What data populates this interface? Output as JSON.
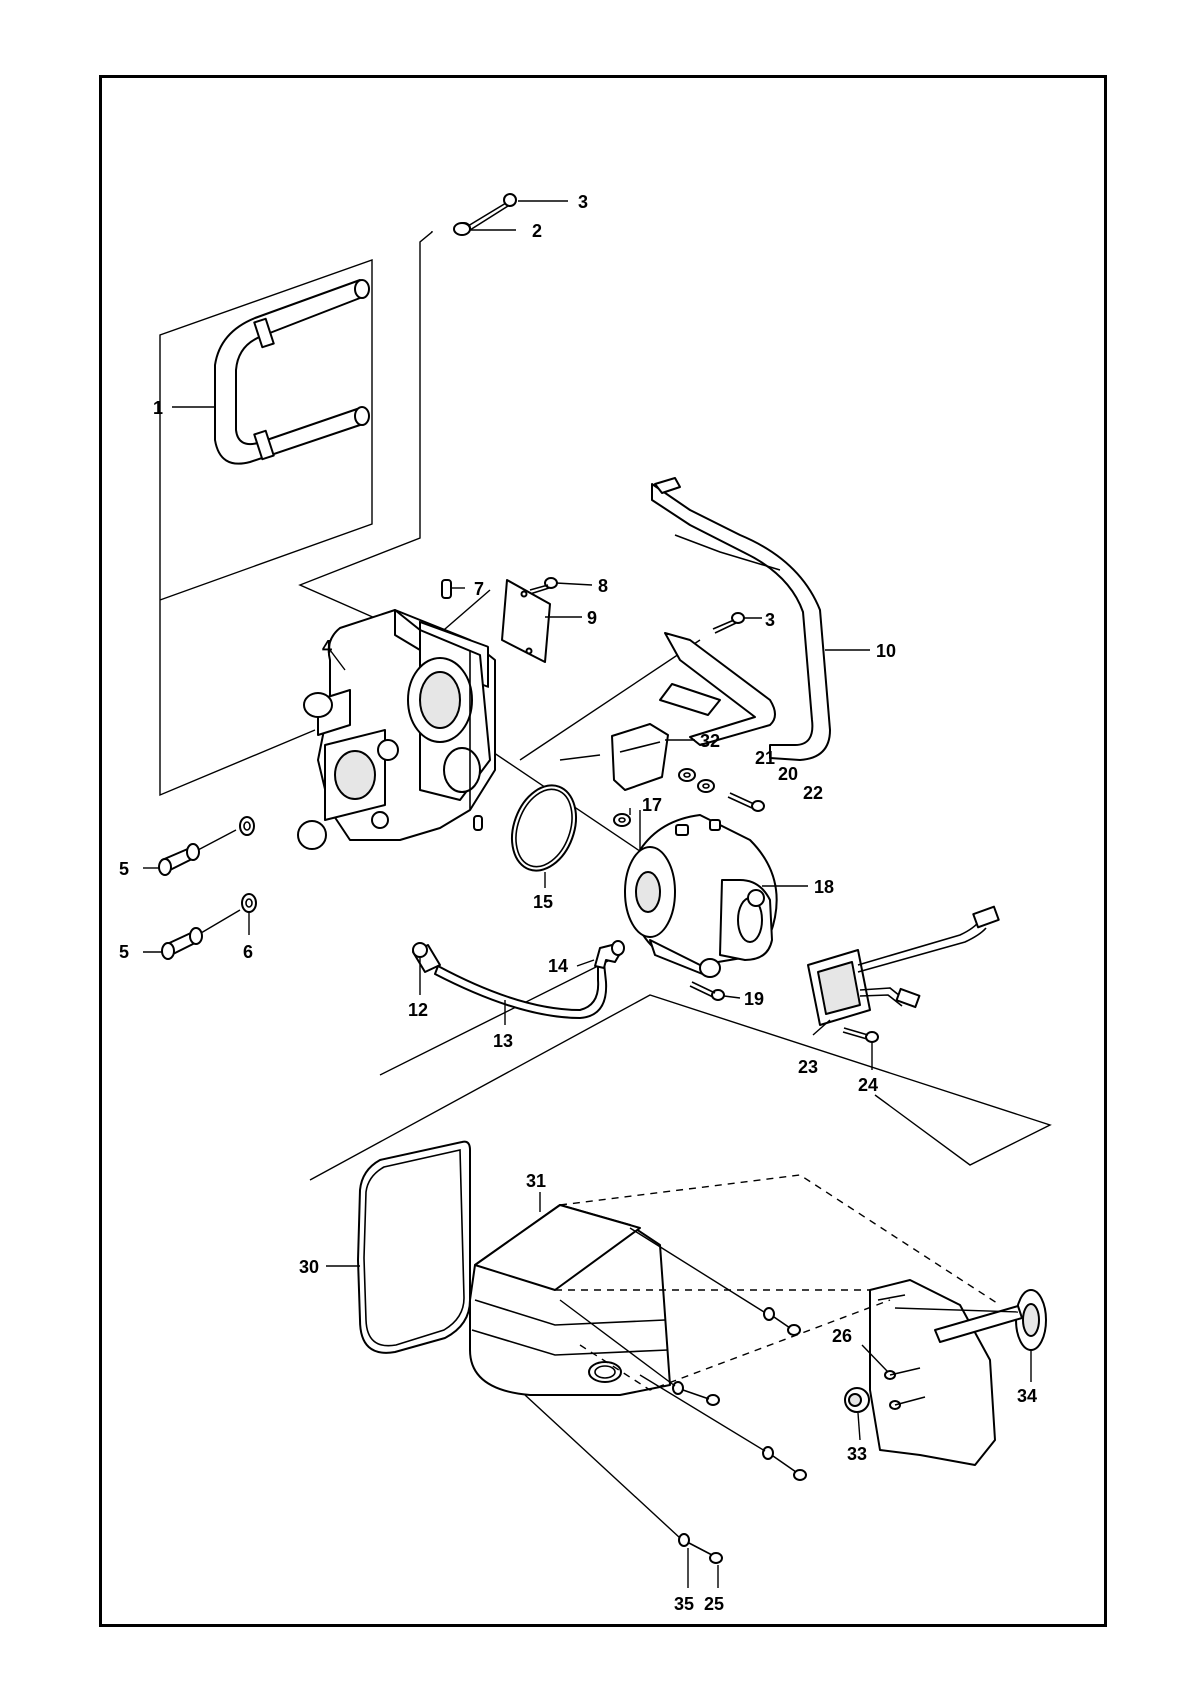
{
  "callouts": [
    {
      "id": "c1",
      "text": "1"
    },
    {
      "id": "c2",
      "text": "2"
    },
    {
      "id": "c3a",
      "text": "3"
    },
    {
      "id": "c3b",
      "text": "3"
    },
    {
      "id": "c4",
      "text": "4"
    },
    {
      "id": "c5a",
      "text": "5"
    },
    {
      "id": "c5b",
      "text": "5"
    },
    {
      "id": "c6",
      "text": "6"
    },
    {
      "id": "c7",
      "text": "7"
    },
    {
      "id": "c8",
      "text": "8"
    },
    {
      "id": "c9",
      "text": "9"
    },
    {
      "id": "c10",
      "text": "10"
    },
    {
      "id": "c12",
      "text": "12"
    },
    {
      "id": "c13",
      "text": "13"
    },
    {
      "id": "c14",
      "text": "14"
    },
    {
      "id": "c15",
      "text": "15"
    },
    {
      "id": "c17",
      "text": "17"
    },
    {
      "id": "c18",
      "text": "18"
    },
    {
      "id": "c19",
      "text": "19"
    },
    {
      "id": "c20",
      "text": "20"
    },
    {
      "id": "c21",
      "text": "21"
    },
    {
      "id": "c22",
      "text": "22"
    },
    {
      "id": "c23",
      "text": "23"
    },
    {
      "id": "c24",
      "text": "24"
    },
    {
      "id": "c25",
      "text": "25"
    },
    {
      "id": "c26",
      "text": "26"
    },
    {
      "id": "c30",
      "text": "30"
    },
    {
      "id": "c31",
      "text": "31"
    },
    {
      "id": "c32",
      "text": "32"
    },
    {
      "id": "c33",
      "text": "33"
    },
    {
      "id": "c34",
      "text": "34"
    },
    {
      "id": "c35",
      "text": "35"
    }
  ]
}
